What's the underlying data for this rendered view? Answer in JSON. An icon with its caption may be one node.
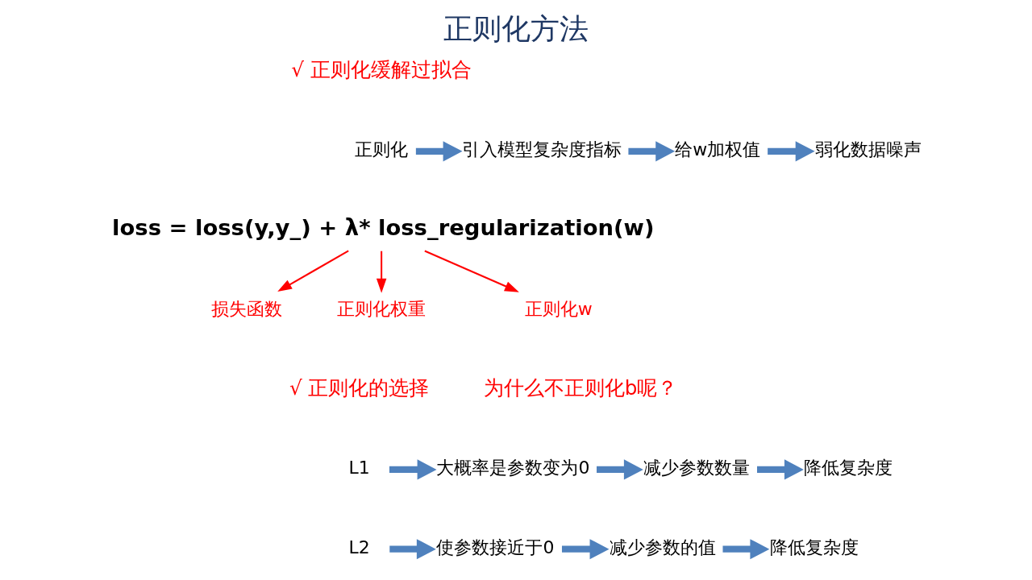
{
  "diagram": {
    "title": "正则化方法",
    "nodes": [
      {
        "text": [
          "正则化"
        ]
      },
      {
        "text": [
          "引入模型复杂度指标"
        ]
      },
      {
        "text": [
          "给w加权值"
        ]
      },
      {
        "text": [
          "弱化数据噪声"
        ]
      },
      {
        "text": [
          "loss = loss(y,y_) + λ* loss_regularization(w)"
        ]
      },
      {
        "text": [
          "损失函数"
        ]
      },
      {
        "text": [
          "正则化权重"
        ]
      },
      {
        "text": [
          "正则化w"
        ]
      },
      {
        "text": [
          "L1"
        ]
      },
      {
        "text": [
          "大概率是参数变为0"
        ]
      },
      {
        "text": [
          "减少参数数量"
        ]
      },
      {
        "text": [
          "降低复杂度"
        ]
      },
      {
        "text": [
          "L2"
        ]
      },
      {
        "text": [
          "使参数接近于0"
        ]
      },
      {
        "text": [
          "减少参数的值"
        ]
      },
      {
        "text": [
          "降低复杂度"
        ]
      }
    ],
    "edges": [
      {
        "from": 0,
        "to": 1,
        "arrow": "to"
      },
      {
        "from": 1,
        "to": 2,
        "arrow": "to"
      },
      {
        "from": 2,
        "to": 3,
        "arrow": "to"
      },
      {
        "from": 4,
        "to": 5,
        "arrow": "to",
        "color": "#ff0000"
      },
      {
        "from": 4,
        "to": 6,
        "arrow": "to",
        "color": "#ff0000"
      },
      {
        "from": 4,
        "to": 7,
        "arrow": "to",
        "color": "#ff0000"
      },
      {
        "from": 8,
        "to": 9,
        "arrow": "to"
      },
      {
        "from": 9,
        "to": 10,
        "arrow": "to"
      },
      {
        "from": 10,
        "to": 11,
        "arrow": "to"
      },
      {
        "from": 12,
        "to": 13,
        "arrow": "to"
      },
      {
        "from": 13,
        "to": 14,
        "arrow": "to"
      },
      {
        "from": 14,
        "to": 15,
        "arrow": "to"
      }
    ],
    "labels": [
      "√ 正则化缓解过拟合",
      "√ 正则化的选择",
      "为什么不正则化b呢？"
    ]
  }
}
